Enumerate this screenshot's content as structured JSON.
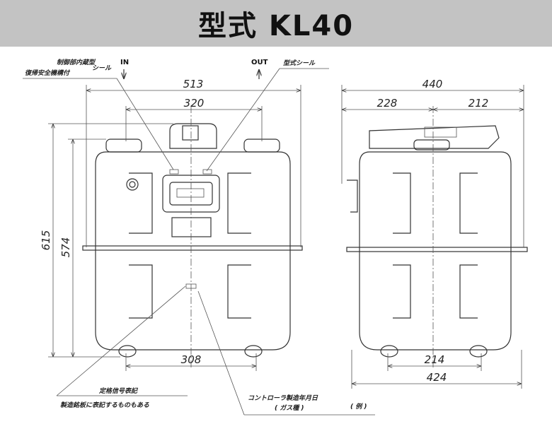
{
  "title": "型式 KL40",
  "labels": {
    "control_unit_1": "制御部内蔵型",
    "control_unit_2": "復帰安全機構付",
    "seal": "シール",
    "in": "IN",
    "out": "OUT",
    "model_seal": "型式シール",
    "rating_signal": "定格信号表記",
    "nameplate_note": "製造銘板に表記するものもある",
    "controller_date": "コントローラ製造年月日",
    "gas_type": "( ガス種 )",
    "example": "( 例 )"
  },
  "dimensions": {
    "front_width": "513",
    "front_inner": "320",
    "height_total": "615",
    "height_body": "574",
    "front_bottom": "308",
    "side_width": "440",
    "side_left": "228",
    "side_right": "212",
    "side_bottom_inner": "214",
    "side_bottom": "424"
  }
}
